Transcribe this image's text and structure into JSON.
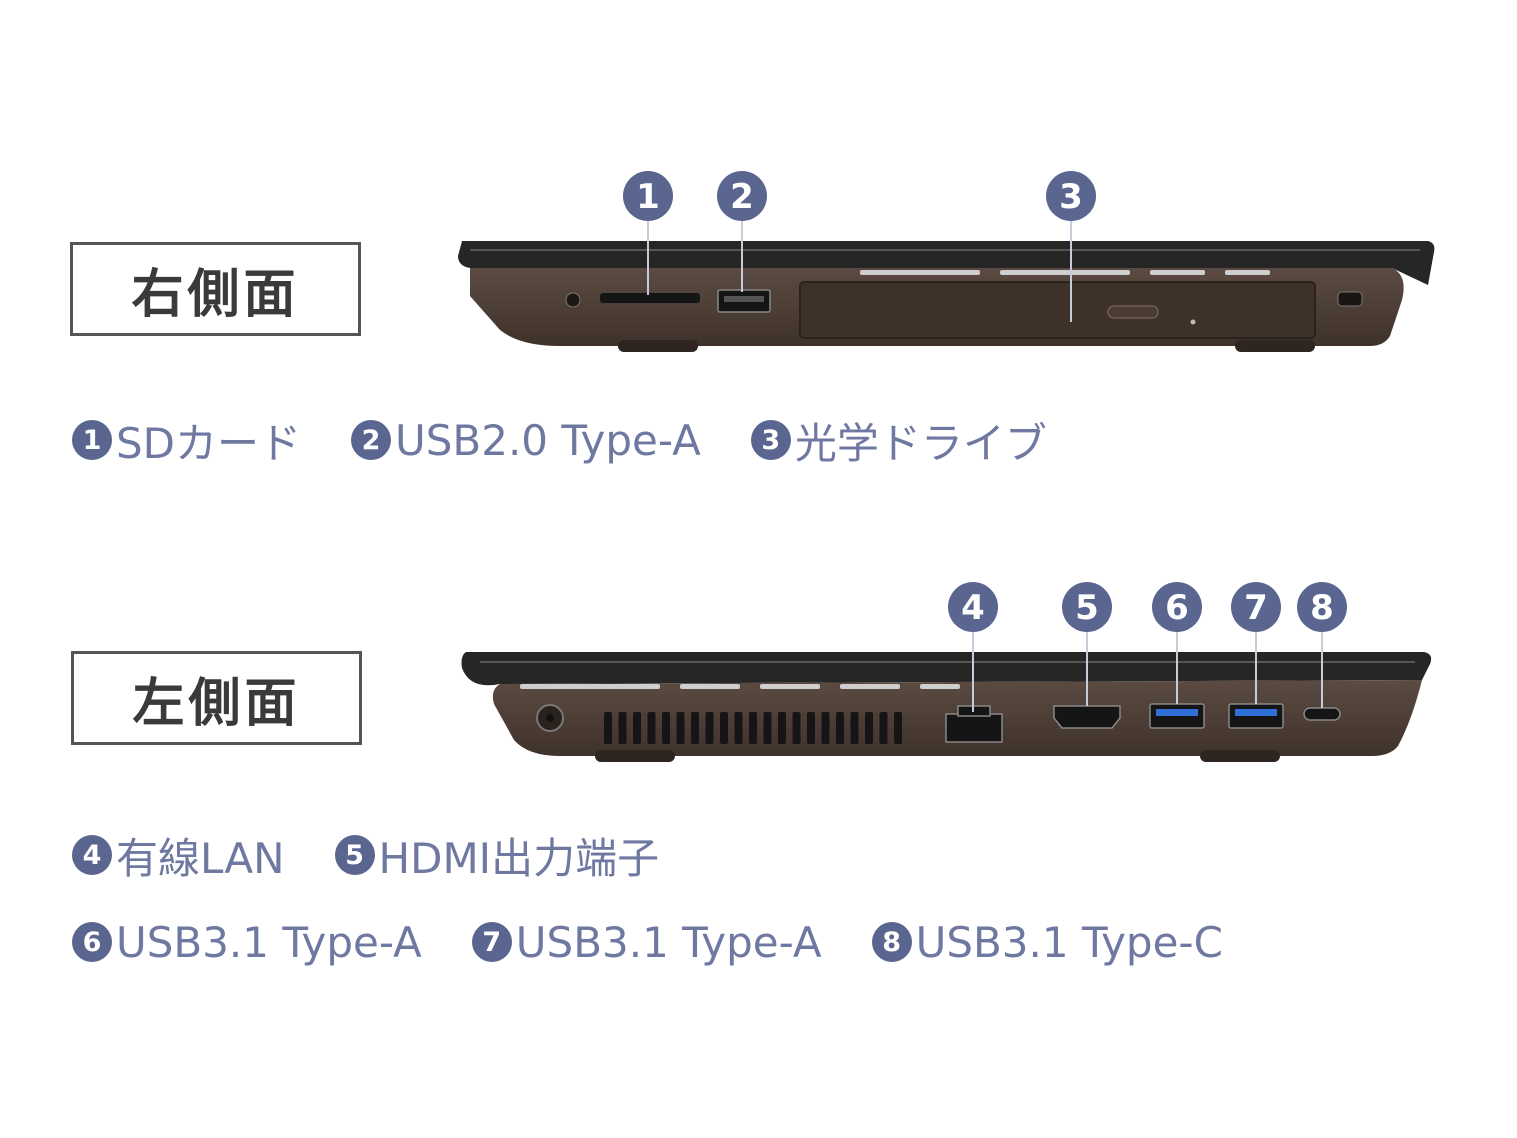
{
  "colors": {
    "badge": "#5a6590",
    "legend_text": "#6f78a0",
    "body_brown": "#4e4038",
    "lid_black": "#262626"
  },
  "right_side": {
    "label": "右側面",
    "callouts": [
      "1",
      "2",
      "3"
    ],
    "legend": [
      {
        "num": "1",
        "text": "SDカード"
      },
      {
        "num": "2",
        "text": "USB2.0 Type-A"
      },
      {
        "num": "3",
        "text": "光学ドライブ"
      }
    ]
  },
  "left_side": {
    "label": "左側面",
    "callouts": [
      "4",
      "5",
      "6",
      "7",
      "8"
    ],
    "legend_row1": [
      {
        "num": "4",
        "text": "有線LAN"
      },
      {
        "num": "5",
        "text": "HDMI出力端子"
      }
    ],
    "legend_row2": [
      {
        "num": "6",
        "text": "USB3.1 Type-A"
      },
      {
        "num": "7",
        "text": "USB3.1 Type-A"
      },
      {
        "num": "8",
        "text": "USB3.1 Type-C"
      }
    ]
  }
}
